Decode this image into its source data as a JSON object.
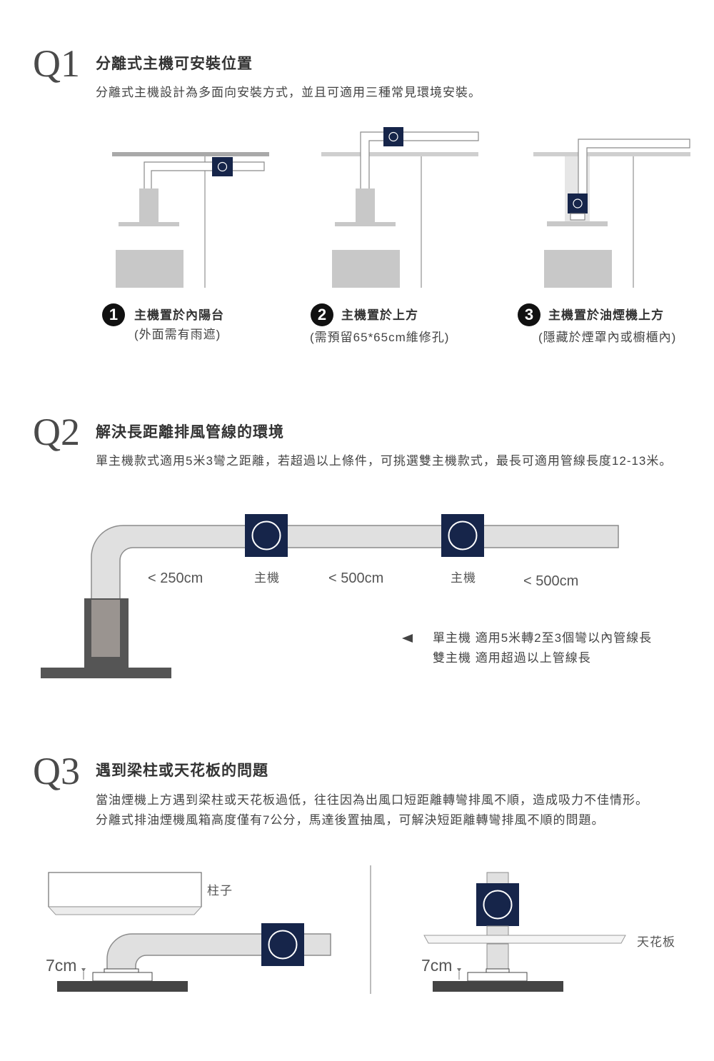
{
  "q1": {
    "label": "Q1",
    "title": "分離式主機可安裝位置",
    "description": "分離式主機設計為多面向安裝方式，並且可適用三種常見環境安裝。",
    "options": [
      {
        "number": "1",
        "title": "主機置於內陽台",
        "note": "(外面需有雨遮)"
      },
      {
        "number": "2",
        "title": "主機置於上方",
        "note": "(需預留65*65cm維修孔)"
      },
      {
        "number": "3",
        "title": "主機置於油煙機上方",
        "note": "(隱藏於煙罩內或櫥櫃內)"
      }
    ]
  },
  "q2": {
    "label": "Q2",
    "title": "解決長距離排風管線的環境",
    "description": "單主機款式適用5米3彎之距離，若超過以上條件，可挑選雙主機款式，最長可適用管線長度12-13米。",
    "duct_labels": [
      "< 250cm",
      "主機",
      "< 500cm",
      "主機",
      "< 500cm"
    ],
    "legend": {
      "icon": "left-triangle-icon",
      "lines": [
        "單主機 適用5米轉2至3個彎以內管線長",
        "雙主機 適用超過以上管線長"
      ]
    }
  },
  "q3": {
    "label": "Q3",
    "title": "遇到梁柱或天花板的問題",
    "description_lines": [
      "當油煙機上方遇到梁柱或天花板過低，往往因為出風口短距離轉彎排風不順，造成吸力不佳情形。",
      "分離式排油煙機風箱高度僅有7公分，馬達後置抽風，可解決短距離轉彎排風不順的問題。"
    ],
    "beam_label": "柱子",
    "ceiling_label": "天花板",
    "height_label_left": "7cm",
    "height_label_right": "7cm"
  },
  "colors": {
    "motor": "#16254a",
    "duct": "#e0e0e0"
  }
}
